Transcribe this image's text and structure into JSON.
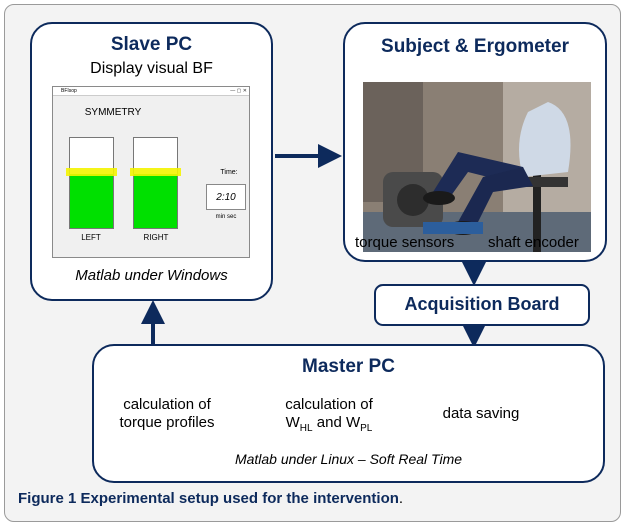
{
  "slave": {
    "title": "Slave PC",
    "subtitle": "Display visual BF",
    "os": "Matlab under Windows",
    "screen": {
      "window_title": "BFIsop",
      "window_buttons": "— ▢ ✕",
      "heading": "SYMMETRY",
      "bars": [
        {
          "label": "LEFT",
          "level": 0.6,
          "marker": 0.62
        },
        {
          "label": "RIGHT",
          "level": 0.6,
          "marker": 0.62
        }
      ],
      "time_label": "Time:",
      "time_value": "2:10",
      "time_unit": "min sec"
    }
  },
  "subject": {
    "title": "Subject & Ergometer",
    "left_label": "torque sensors",
    "right_label": "shaft encoder"
  },
  "acquisition": {
    "label": "Acquisition Board"
  },
  "master": {
    "title": "Master PC",
    "step1_line1": "calculation of",
    "step1_line2": "torque profiles",
    "step2_line1": "calculation of",
    "step2_w": "W",
    "step2_hl": "HL",
    "step2_and": " and W",
    "step2_pl": "PL",
    "step3": "data saving",
    "os": "Matlab under Linux – Soft Real Time"
  },
  "caption": {
    "bold": "Figure 1 Experimental setup used for the intervention",
    "tail": "."
  },
  "colors": {
    "navy": "#0d2a5c",
    "arrow_blue": "#4f7fc8",
    "bar_green": "#00e000",
    "marker_yellow": "#f4f400"
  }
}
